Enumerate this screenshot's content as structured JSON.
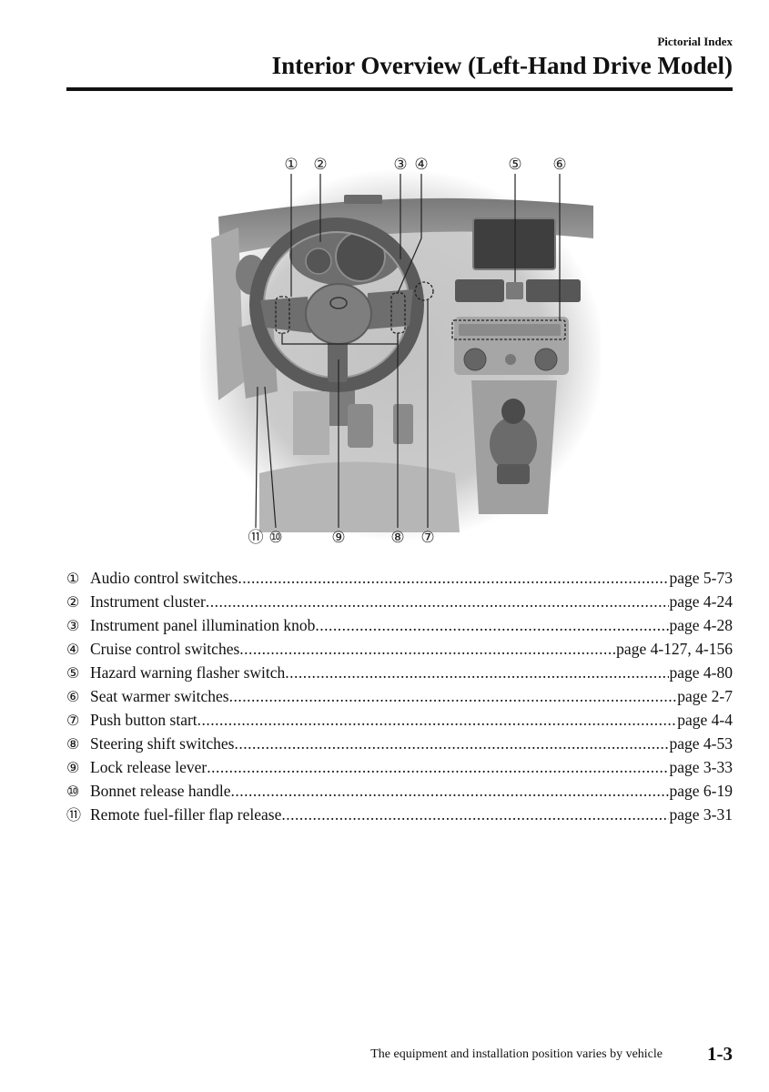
{
  "header": {
    "section": "Pictorial Index",
    "title": "Interior Overview (Left-Hand Drive Model)"
  },
  "figure": {
    "callouts_top": [
      "①",
      "②",
      "③",
      "④",
      "⑤",
      "⑥"
    ],
    "callouts_bottom": [
      "⑪",
      "⑩",
      "⑨",
      "⑧",
      "⑦"
    ]
  },
  "items": [
    {
      "marker": "①",
      "label": "Audio control switches",
      "page": "page 5-73"
    },
    {
      "marker": "②",
      "label": "Instrument cluster",
      "page": "page 4-24"
    },
    {
      "marker": "③",
      "label": "Instrument panel illumination knob",
      "page": "page 4-28"
    },
    {
      "marker": "④",
      "label": "Cruise control switches",
      "page": "page 4-127, 4-156"
    },
    {
      "marker": "⑤",
      "label": "Hazard warning flasher switch",
      "page": "page 4-80"
    },
    {
      "marker": "⑥",
      "label": "Seat warmer switches",
      "page": "page 2-7"
    },
    {
      "marker": "⑦",
      "label": "Push button start",
      "page": "page 4-4"
    },
    {
      "marker": "⑧",
      "label": "Steering shift switches",
      "page": "page 4-53"
    },
    {
      "marker": "⑨",
      "label": "Lock release lever",
      "page": "page 3-33"
    },
    {
      "marker": "⑩",
      "label": "Bonnet release handle",
      "page": "page 6-19"
    },
    {
      "marker": "⑪",
      "label": "Remote fuel-filler flap release",
      "page": "page 3-31"
    }
  ],
  "footer": {
    "note": "The equipment and installation position varies by vehicle",
    "page_number": "1-3"
  }
}
